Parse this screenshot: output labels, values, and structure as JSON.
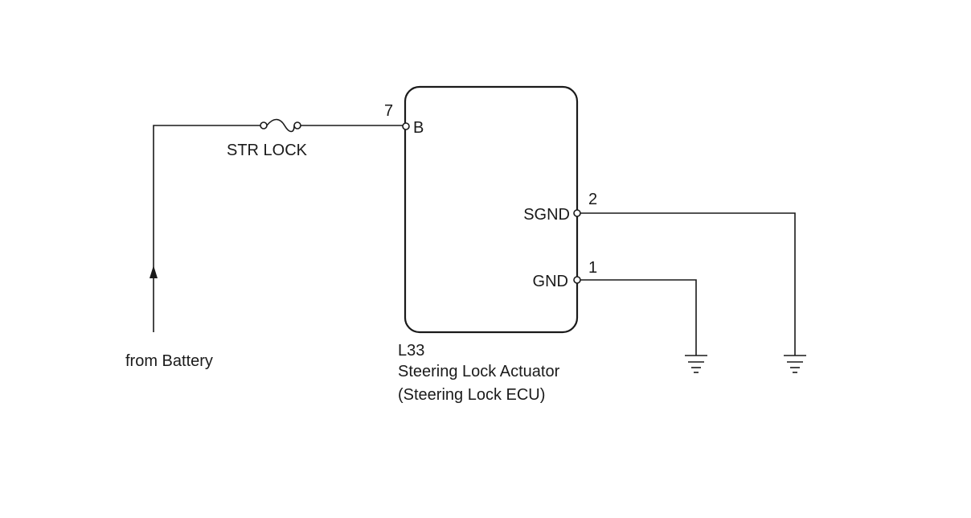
{
  "power_source": {
    "label": "from Battery"
  },
  "fuse": {
    "label": "STR LOCK"
  },
  "component": {
    "connector_id": "L33",
    "name": "Steering Lock Actuator",
    "subname": "(Steering Lock ECU)"
  },
  "pins": [
    {
      "number": "7",
      "name": "B"
    },
    {
      "number": "2",
      "name": "SGND"
    },
    {
      "number": "1",
      "name": "GND"
    }
  ],
  "icons": {
    "arrow": "arrow-up-icon",
    "fuse": "fuse-icon",
    "ground": "ground-icon",
    "terminal": "terminal-circle-icon"
  }
}
